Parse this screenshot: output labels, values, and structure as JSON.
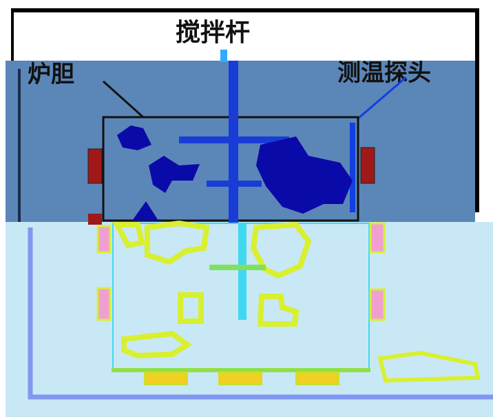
{
  "labels": {
    "stirrer": "搅拌杆",
    "liner": "炉胆",
    "probe": "测温探头"
  },
  "colors": {
    "blue_panel": "#5b86b8",
    "cyan_panel": "#c8e8f6",
    "dark_blue": "#0a0aa8",
    "stirrer_blue": "#1a3cd6",
    "heater_red": "#a01818",
    "outline_yellow": "#d8f030",
    "heater_pink": "#f0a0d0",
    "heater_gold": "#f0d020",
    "frame_blue": "#8098f0"
  }
}
